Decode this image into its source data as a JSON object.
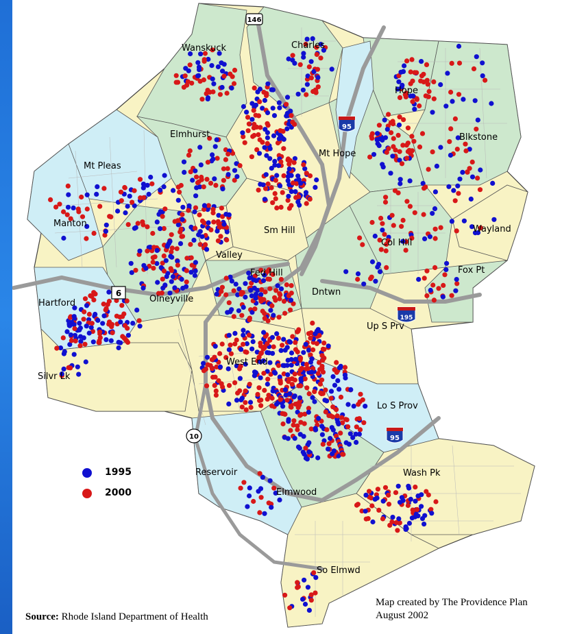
{
  "map": {
    "neighborhoods": [
      {
        "id": "wanskuck",
        "label": "Wanskuck"
      },
      {
        "id": "charles",
        "label": "Charles"
      },
      {
        "id": "hope",
        "label": "Hope"
      },
      {
        "id": "elmhurst",
        "label": "Elmhurst"
      },
      {
        "id": "blkstone",
        "label": "Blkstone"
      },
      {
        "id": "mt-hope",
        "label": "Mt Hope"
      },
      {
        "id": "mt-pleas",
        "label": "Mt Pleas"
      },
      {
        "id": "manton",
        "label": "Manton"
      },
      {
        "id": "sm-hill",
        "label": "Sm Hill"
      },
      {
        "id": "wayland",
        "label": "Wayland"
      },
      {
        "id": "col-hill",
        "label": "Col Hill"
      },
      {
        "id": "valley",
        "label": "Valley"
      },
      {
        "id": "fed-hill",
        "label": "Fed Hill"
      },
      {
        "id": "fox-pt",
        "label": "Fox Pt"
      },
      {
        "id": "hartford",
        "label": "Hartford"
      },
      {
        "id": "olneyville",
        "label": "Olneyville"
      },
      {
        "id": "dntwn",
        "label": "Dntwn"
      },
      {
        "id": "up-s-prv",
        "label": "Up S Prv"
      },
      {
        "id": "west-end",
        "label": "West End"
      },
      {
        "id": "silvr-lk",
        "label": "Silvr Lk"
      },
      {
        "id": "lo-s-prov",
        "label": "Lo S Prov"
      },
      {
        "id": "reservoir",
        "label": "Reservoir"
      },
      {
        "id": "wash-pk",
        "label": "Wash Pk"
      },
      {
        "id": "elmwood",
        "label": "Elmwood"
      },
      {
        "id": "so-elmwd",
        "label": "So Elmwd"
      }
    ],
    "route_shields": [
      {
        "id": "route-146",
        "label": "146"
      },
      {
        "id": "i-95-north",
        "label": "95"
      },
      {
        "id": "route-6",
        "label": "6"
      },
      {
        "id": "i-195",
        "label": "195"
      },
      {
        "id": "i-95-south",
        "label": "95"
      },
      {
        "id": "route-10",
        "label": "10"
      }
    ],
    "colors": {
      "zone_green": "#cde8cd",
      "zone_blue": "#cfeef6",
      "zone_yellow": "#f8f3c4",
      "water": "#cfeef6",
      "highway": "#9a9a9a",
      "dot_1995": "#1010d0",
      "dot_2000": "#d81818"
    }
  },
  "legend": {
    "items": [
      {
        "label": "1995",
        "color": "#1010d0"
      },
      {
        "label": "2000",
        "color": "#d81818"
      }
    ]
  },
  "footer": {
    "source_label": "Source:",
    "source_text": "Rhode Island Department of Health",
    "credit_line1": "Map created by The Providence Plan",
    "credit_line2": "August 2002"
  }
}
